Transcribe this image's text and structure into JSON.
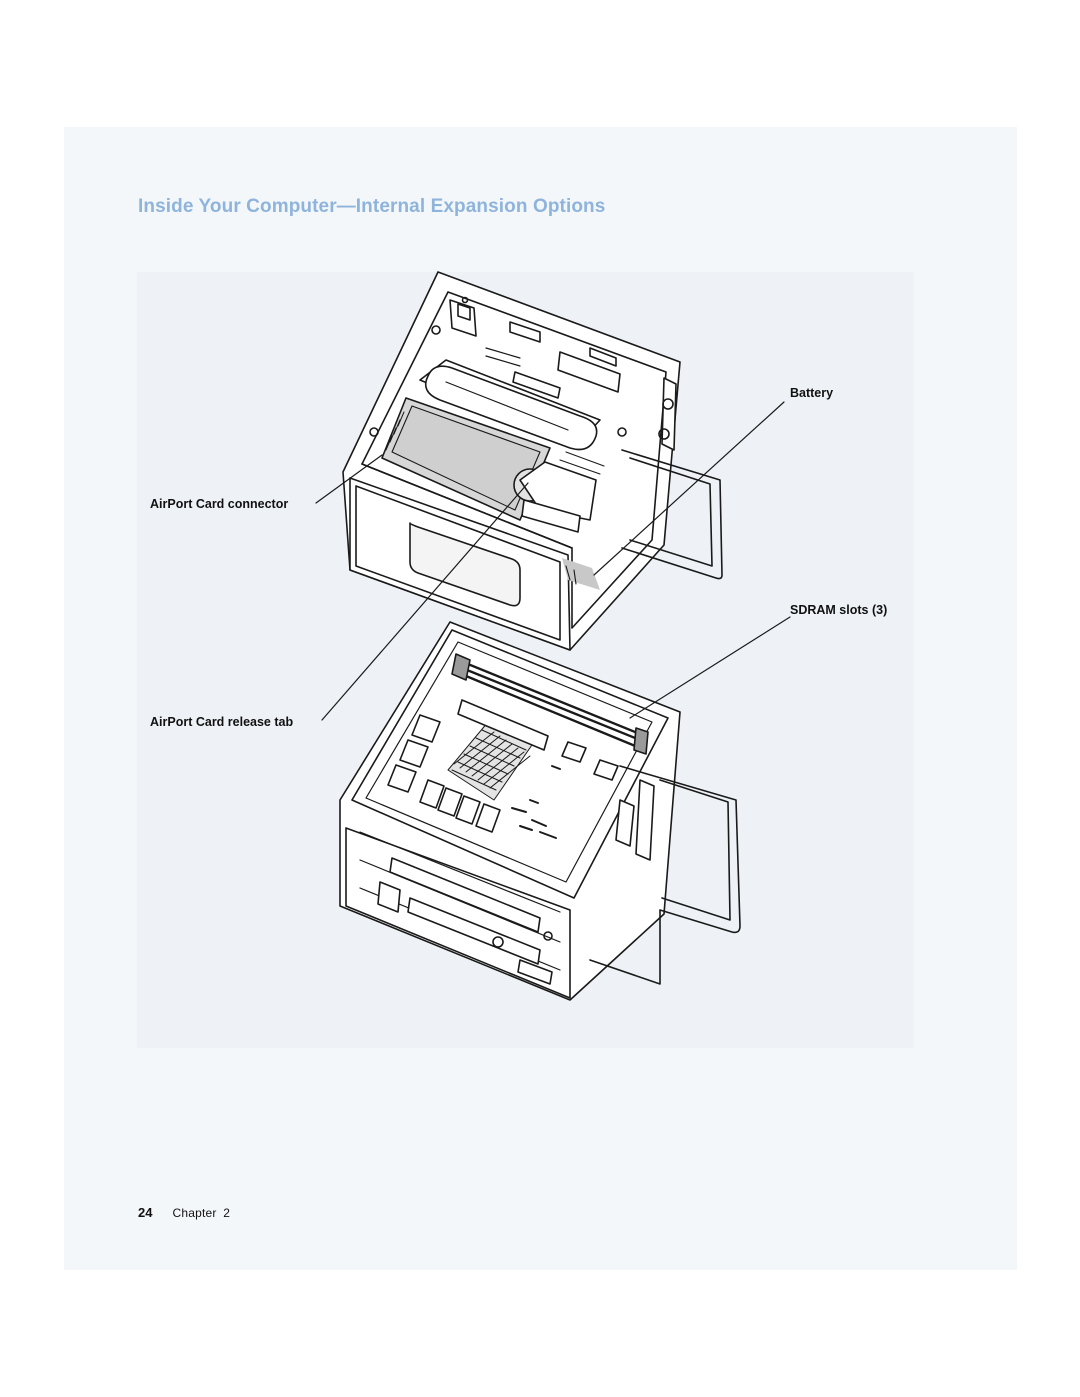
{
  "section": {
    "title": "Inside Your Computer—Internal Expansion Options"
  },
  "figure": {
    "callouts": {
      "battery": "Battery",
      "airport_connector": "AirPort Card connector",
      "sdram_slots": "SDRAM slots (3)",
      "airport_release_tab": "AirPort Card release tab"
    }
  },
  "footer": {
    "page_number": "24",
    "chapter_label": "Chapter",
    "chapter_number": "2"
  }
}
